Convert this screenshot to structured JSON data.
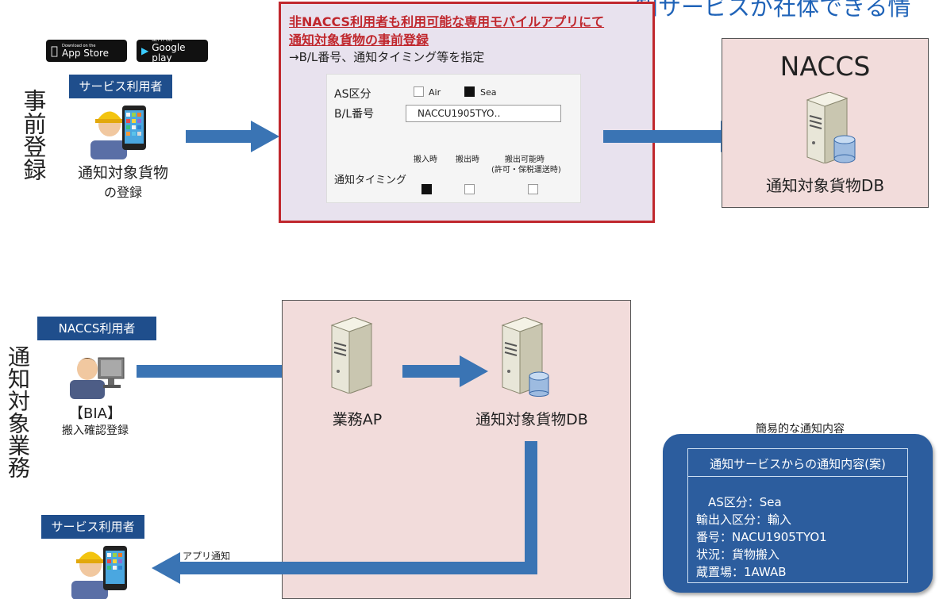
{
  "header_partial": "知サービスが社体できる情",
  "badges": {
    "appstore_top": "Download on the",
    "appstore_main": "App Store",
    "gplay_top": "GET IT ON",
    "gplay_main": "Google play"
  },
  "top": {
    "vertical_label": "事前登録",
    "service_user_label": "サービス利用者",
    "user_caption_line1": "通知対象貨物",
    "user_caption_line2": "の登録",
    "app_box": {
      "title_line1": "非NACCS利用者も利用可能な専用モバイルアプリにて",
      "title_line2": "通知対象貨物の事前登録",
      "subtitle": "→B/L番号、通知タイミング等を指定",
      "form": {
        "as_label": "AS区分",
        "as_options": [
          {
            "label": "Air",
            "checked": false
          },
          {
            "label": "Sea",
            "checked": true
          }
        ],
        "bl_label": "B/L番号",
        "bl_value": "NACCU1905TYO‥",
        "timing_label": "通知タイミング",
        "timing_headers": [
          "搬入時",
          "搬出時",
          "搬出可能時",
          "(許可・保税運送時)"
        ],
        "timing_checks": [
          true,
          false,
          false
        ]
      }
    },
    "naccs_box": {
      "title": "NACCS",
      "db_caption": "通知対象貨物DB"
    }
  },
  "bottom": {
    "vertical_label": "通知対象業務",
    "naccs_user_label": "NACCS利用者",
    "bia_caption": "【BIA】",
    "bia_sub": "搬入確認登録",
    "ap_caption": "業務AP",
    "db_caption": "通知対象貨物DB",
    "service_user_label": "サービス利用者",
    "app_notify_label": "アプリ通知",
    "notice_heading": "簡易的な通知内容",
    "notice_box": {
      "title": "通知サービスからの通知内容(案)",
      "lines": [
        "AS区分：Sea",
        "輸出入区分：輸入",
        "番号：NACU1905TYO1",
        "状況：貨物搬入",
        "蔵置場：1AWAB"
      ]
    }
  },
  "colors": {
    "navy": "#1f4e8c",
    "arrow": "#3a74b4",
    "pink_box": "#f2dcdb",
    "app_box_border": "#c0272d",
    "app_title_red": "#c0272d",
    "notice_blue": "#2c5d9e",
    "header_blue": "#1f63b8"
  }
}
